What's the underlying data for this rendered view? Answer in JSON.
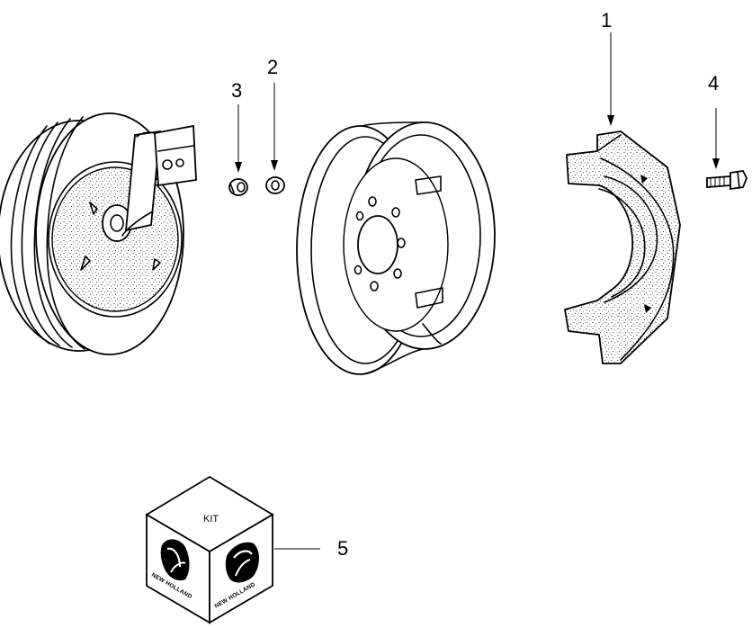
{
  "callouts": [
    {
      "number": "1",
      "part": "wheel-weight"
    },
    {
      "number": "2",
      "part": "washer"
    },
    {
      "number": "3",
      "part": "nut"
    },
    {
      "number": "4",
      "part": "bolt"
    },
    {
      "number": "5",
      "part": "kit"
    }
  ],
  "kit": {
    "label": "KIT",
    "brand": "NEW HOLLAND"
  },
  "colors": {
    "line": "#000000",
    "background": "#ffffff"
  }
}
